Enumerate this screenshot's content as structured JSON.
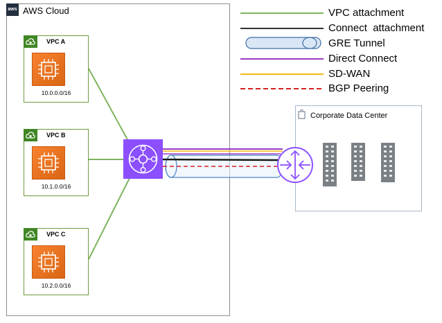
{
  "aws_cloud": {
    "badge": "aws",
    "title": "AWS Cloud"
  },
  "vpcs": [
    {
      "name": "VPC A",
      "cidr": "10.0.0.0/16"
    },
    {
      "name": "VPC B",
      "cidr": "10.1.0.0/16"
    },
    {
      "name": "VPC C",
      "cidr": "10.2.0.0/16"
    }
  ],
  "data_center": {
    "title": "Corporate Data Center"
  },
  "legend": [
    {
      "label": "VPC attachment",
      "color": "#7fb45e",
      "style": "solid"
    },
    {
      "label": "Connect  attachment",
      "color": "#333333",
      "style": "solid"
    },
    {
      "label": "GRE Tunnel",
      "color": "#5a8fc6",
      "style": "tube"
    },
    {
      "label": "Direct Connect",
      "color": "#9b3bc2",
      "style": "solid"
    },
    {
      "label": "SD-WAN",
      "color": "#f3b80e",
      "style": "solid"
    },
    {
      "label": "BGP Peering",
      "color": "#d41f1f",
      "style": "dashed"
    }
  ],
  "colors": {
    "transit_gateway": "#8c4fff",
    "router": "#8c4fff",
    "ec2": "#e8711a",
    "vpc_border": "#6c9a3c"
  },
  "icons": {
    "transit_gateway": "transit-gateway-icon",
    "router": "router-icon",
    "ec2": "ec2-instance-icon",
    "building": "office-building-icon",
    "vpc": "vpc-cloud-icon"
  }
}
